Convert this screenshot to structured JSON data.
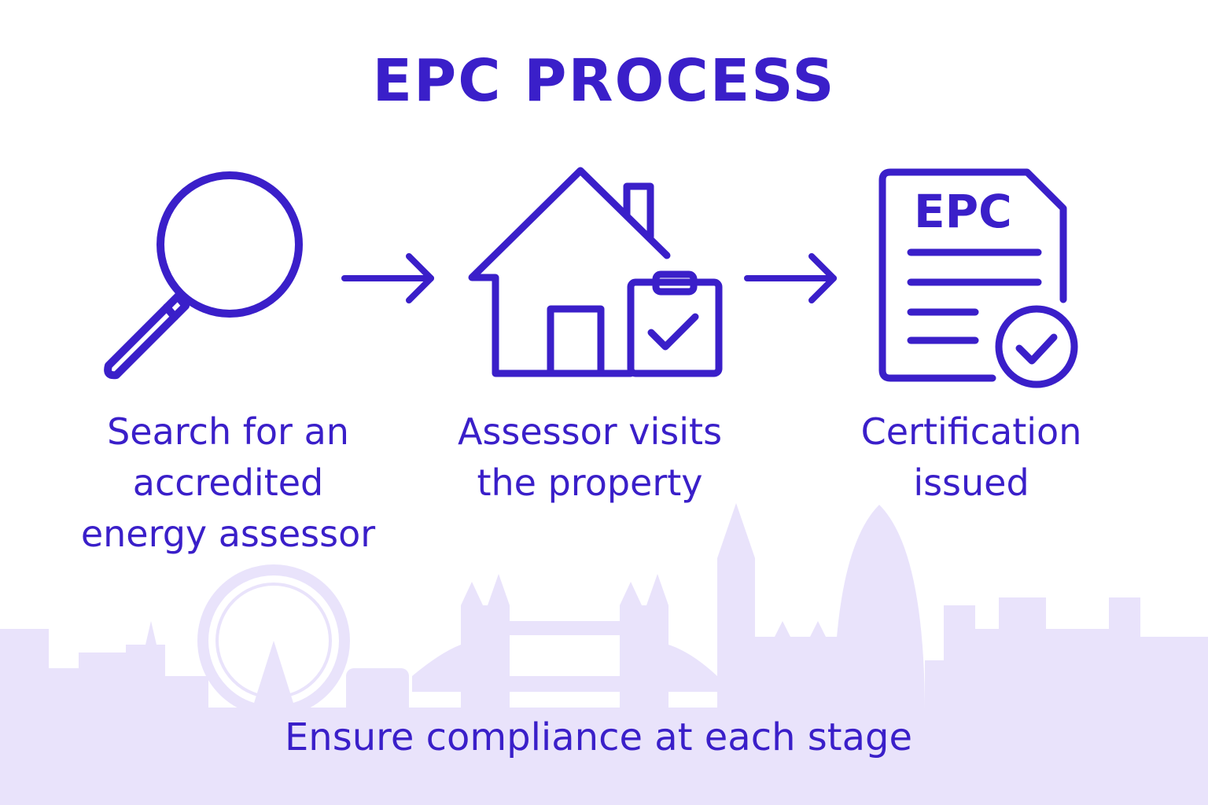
{
  "title": "EPC PROCESS",
  "steps": [
    {
      "label": "Search for an accredited energy assessor",
      "icon": "magnifying-glass-icon"
    },
    {
      "label": "Assessor visits the property",
      "icon": "house-clipboard-icon"
    },
    {
      "label": "Certification issued",
      "icon": "epc-certificate-icon",
      "badge_text": "EPC"
    }
  ],
  "connectors": [
    "arrow-right-icon",
    "arrow-right-icon"
  ],
  "footer": "Ensure compliance at each stage",
  "colors": {
    "primary": "#3a1fc9",
    "skyline": "#e9e3fb",
    "background": "#ffffff"
  },
  "background_illustration": "london-skyline"
}
